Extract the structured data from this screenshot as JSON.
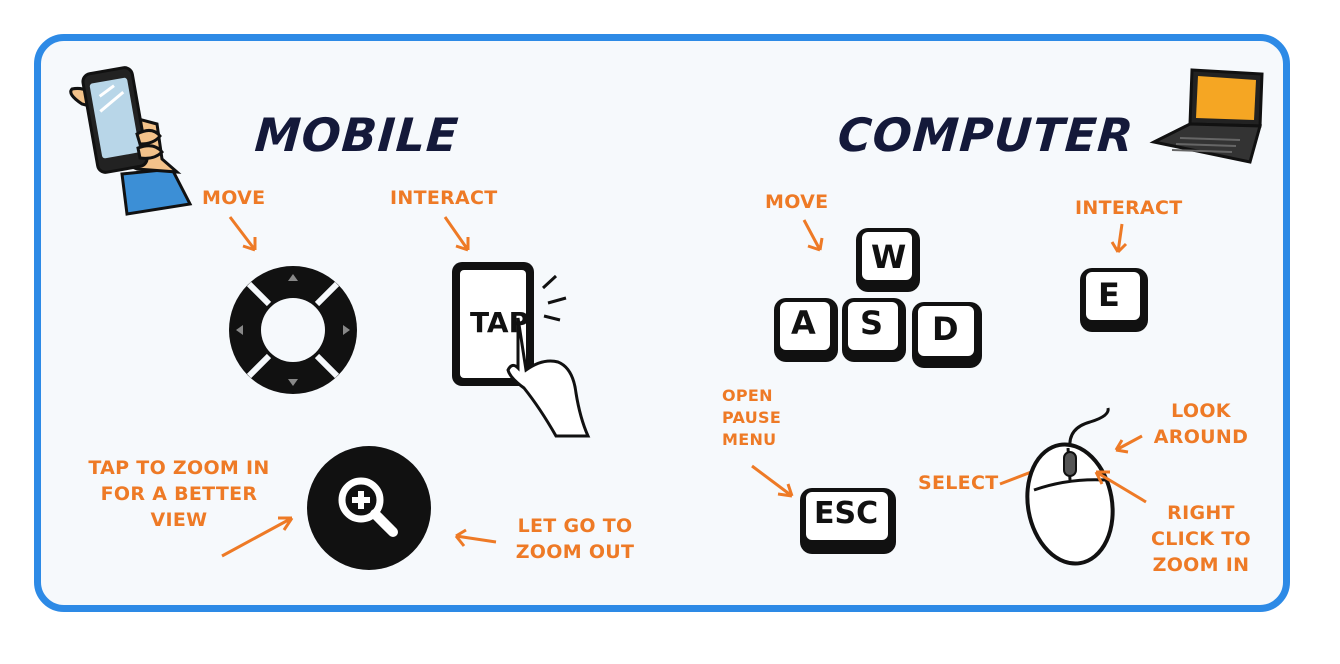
{
  "mobile": {
    "title": "MOBILE",
    "move_label": "MOVE",
    "interact_label": "INTERACT",
    "tap_text": "TAP",
    "zoom_in_label": [
      "TAP TO ZOOM IN",
      "FOR A BETTER",
      "VIEW"
    ],
    "zoom_out_label": [
      "LET GO TO",
      "ZOOM OUT"
    ],
    "icons": [
      "hand-phone-icon",
      "dpad-icon",
      "tap-tablet-icon",
      "zoom-icon"
    ]
  },
  "computer": {
    "title": "COMPUTER",
    "move_label": "MOVE",
    "interact_label": "INTERACT",
    "keys": {
      "w": "W",
      "a": "A",
      "s": "S",
      "d": "D",
      "e": "E",
      "esc": "ESC"
    },
    "pause_label": [
      "OPEN",
      "PAUSE",
      "MENU"
    ],
    "select_label": "SELECT",
    "look_label": [
      "LOOK",
      "AROUND"
    ],
    "right_click_label": [
      "RIGHT",
      "CLICK TO",
      "ZOOM IN"
    ],
    "icons": [
      "laptop-icon",
      "wasd-keys-icon",
      "e-key-icon",
      "esc-key-icon",
      "mouse-icon"
    ]
  },
  "colors": {
    "border": "#2d8ae6",
    "background": "#f6f9fc",
    "title": "#14193a",
    "accent": "#ee7a26"
  }
}
